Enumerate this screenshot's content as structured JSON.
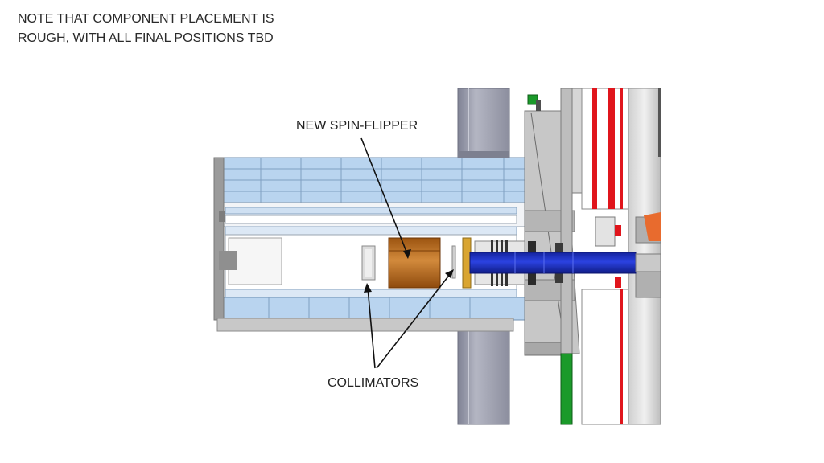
{
  "slide": {
    "note_line1": "NOTE THAT COMPONENT PLACEMENT IS",
    "note_line2": "ROUGH, WITH ALL FINAL POSITIONS TBD"
  },
  "callouts": {
    "spin_flipper": "NEW SPIN-FLIPPER",
    "collimators": "COLLIMATORS"
  },
  "colors": {
    "spin_flipper": "#b86a1d",
    "beam_pipe": "#1f33c8",
    "shield_blue": "#b9d4ef",
    "steel_grey": "#c8c8c8",
    "post_grey": "#9a9cab",
    "red_accent": "#e0151c",
    "green_accent": "#1b9a2a",
    "orange_accent": "#e86b2e"
  }
}
